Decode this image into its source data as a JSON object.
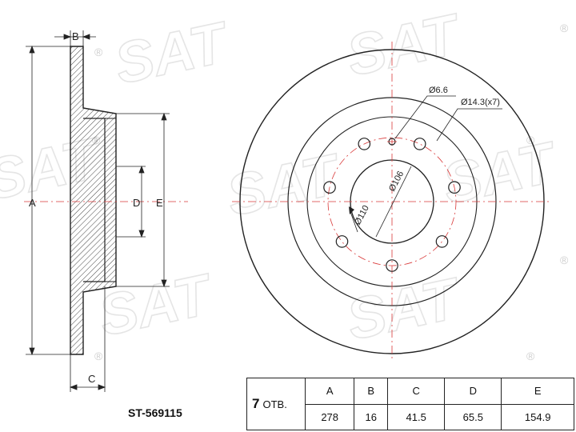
{
  "watermark": {
    "brand": "SAT",
    "mark": "®"
  },
  "side_view": {
    "dimension_labels": {
      "A": "A",
      "B": "B",
      "C": "C",
      "D": "D",
      "E": "E"
    }
  },
  "front_view": {
    "callouts": {
      "hole_small": "Ø6.6",
      "hole_large": "Ø14.3(x7)",
      "pcd": "Ø110",
      "bore": "Ø106"
    }
  },
  "part_number": "ST-569115",
  "spec_table": {
    "holes_count": "7",
    "holes_unit": "ОТВ.",
    "headers": [
      "A",
      "B",
      "C",
      "D",
      "E"
    ],
    "values": [
      "278",
      "16",
      "41.5",
      "65.5",
      "154.9"
    ]
  },
  "colors": {
    "line": "#222222",
    "hatch": "#444444",
    "centerline": "#d93a3a",
    "watermark": "#d8d8d8"
  }
}
